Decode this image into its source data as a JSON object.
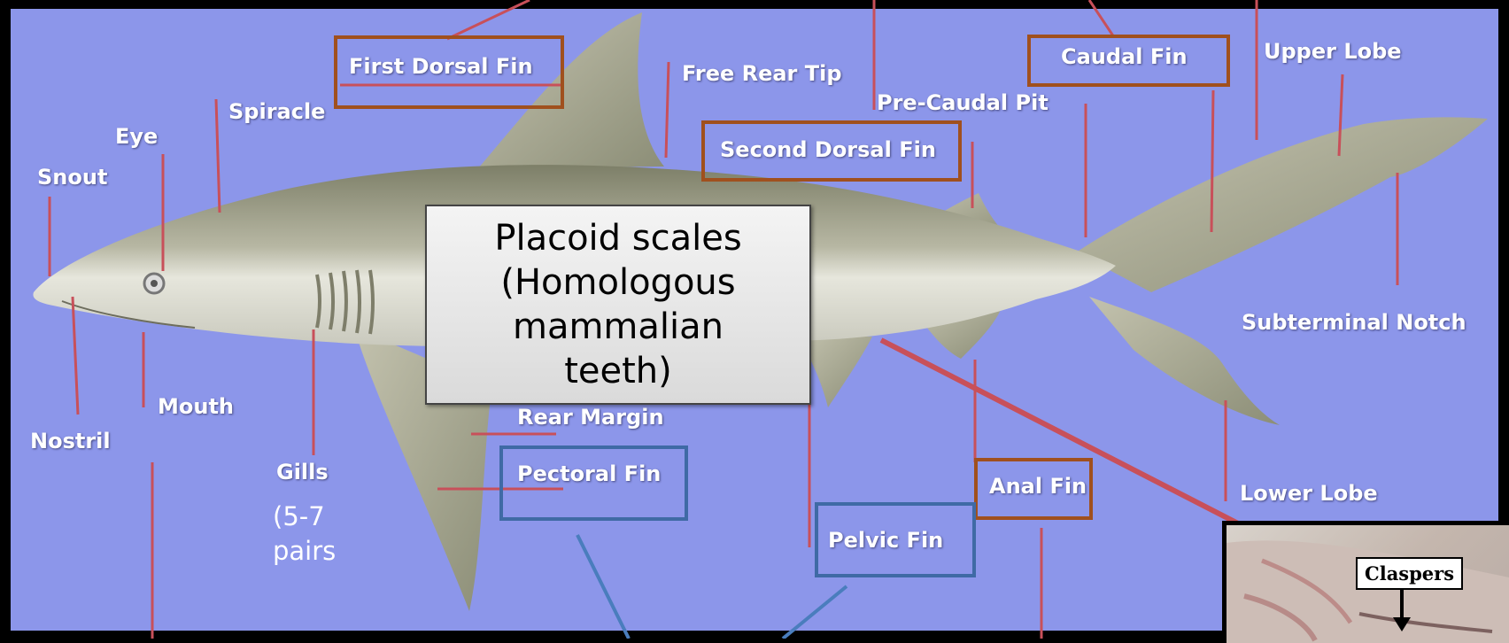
{
  "labels": {
    "snout": "Snout",
    "eye": "Eye",
    "spiracle": "Spiracle",
    "first_dorsal_fin": "First Dorsal Fin",
    "free_rear_tip": "Free Rear Tip",
    "pre_caudal_pit": "Pre-Caudal Pit",
    "second_dorsal_fin": "Second Dorsal Fin",
    "caudal_fin": "Caudal Fin",
    "upper_lobe": "Upper Lobe",
    "subterminal_notch": "Subterminal Notch",
    "lower_lobe": "Lower Lobe",
    "anal_fin": "Anal Fin",
    "pelvic_fin": "Pelvic Fin",
    "pectoral_fin": "Pectoral Fin",
    "rear_margin": "Rear Margin",
    "gills": "Gills",
    "mouth": "Mouth",
    "nostril": "Nostril"
  },
  "notes": {
    "gill_pairs_line1": "(5-7",
    "gill_pairs_line2": "pairs"
  },
  "callout": {
    "text": "Placoid scales (Homologous mammalian teeth)"
  },
  "inset": {
    "claspers_label": "Claspers"
  },
  "colors": {
    "background": "#8c96ea",
    "frame": "#000000",
    "box_brown": "#a0501e",
    "box_blue": "#3f6aa5",
    "pointer_red": "#c8505a",
    "pointer_blue": "#4a7dbd",
    "label_text": "#ffffff"
  }
}
